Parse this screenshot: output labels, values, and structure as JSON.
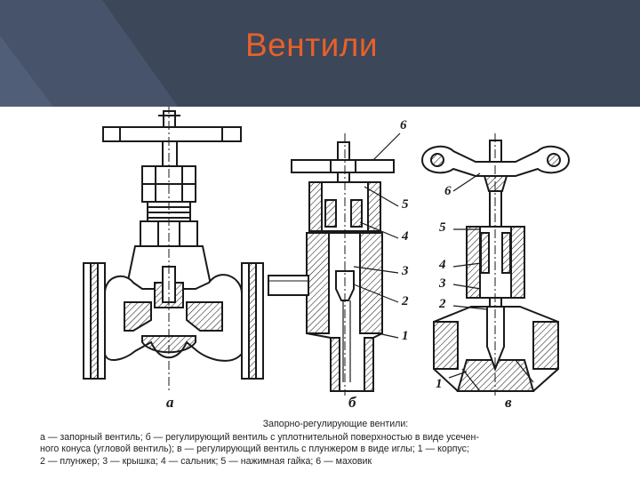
{
  "slide": {
    "title": "Вентили",
    "colors": {
      "header_bg": "#3c4759",
      "title": "#e8602a",
      "drawing": "#1a1a1a"
    }
  },
  "figure": {
    "sublabels": [
      "а",
      "б",
      "в"
    ],
    "callouts_b": [
      "6",
      "5",
      "4",
      "3",
      "2",
      "1"
    ],
    "callouts_c": [
      "6",
      "5",
      "4",
      "3",
      "2",
      "1"
    ],
    "caption_title": "Запорно-регулирующие вентили:",
    "caption_lines": [
      "а — запорный вентиль; б — регулирующий вентиль с уплотнительной поверхностью в виде усечен-",
      "ного конуса (угловой вентиль); в — регулирующий вентиль с плунжером в виде иглы; 1 — корпус;",
      "2 — плунжер; 3 — крышка; 4 — сальник; 5 — нажимная гайка; 6 — маховик"
    ]
  }
}
